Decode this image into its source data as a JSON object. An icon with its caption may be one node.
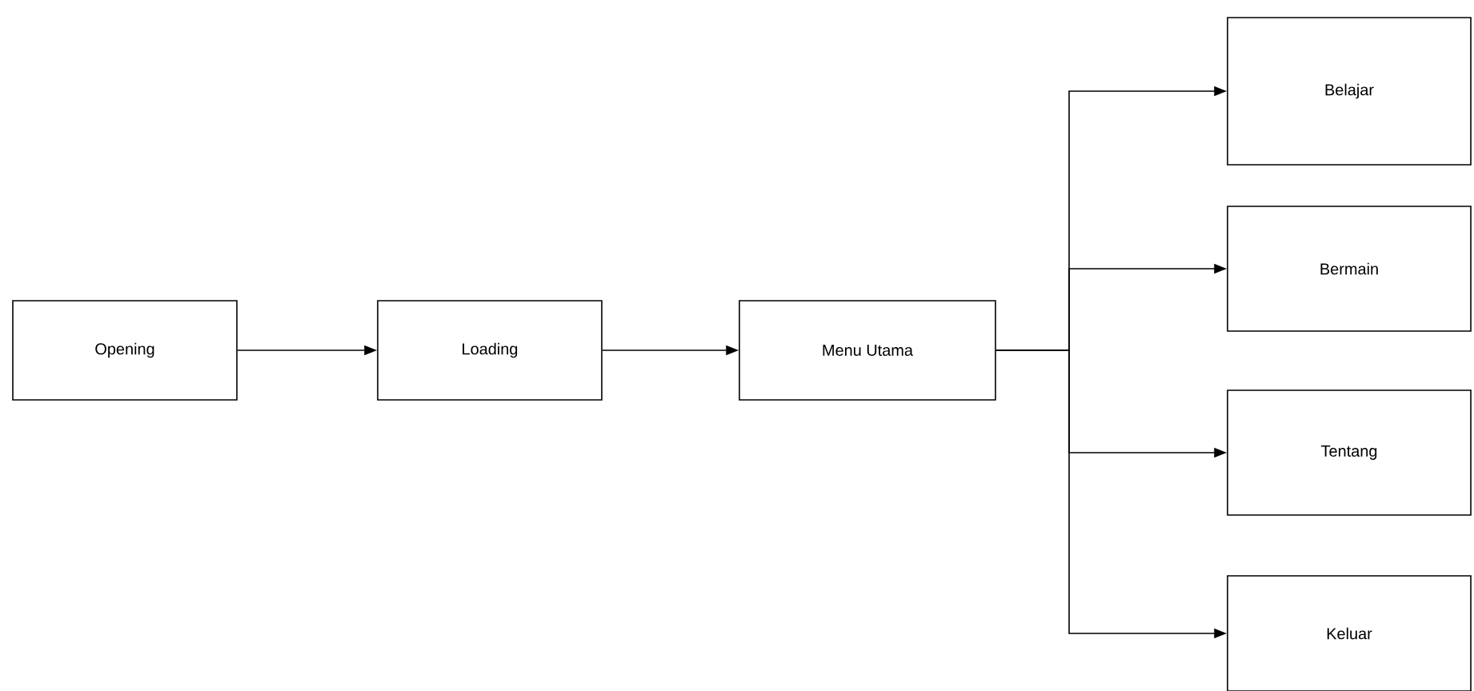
{
  "diagram": {
    "nodes": [
      {
        "text": [
          "Opening"
        ]
      },
      {
        "text": [
          "Loading"
        ]
      },
      {
        "text": [
          "Menu Utama"
        ]
      },
      {
        "text": [
          "Belajar"
        ]
      },
      {
        "text": [
          "Bermain"
        ]
      },
      {
        "text": [
          "Tentang"
        ]
      },
      {
        "text": [
          "Keluar"
        ]
      }
    ],
    "edges": [
      {
        "from": 0,
        "to": 1,
        "arrow": "to"
      },
      {
        "from": 1,
        "to": 2,
        "arrow": "to"
      },
      {
        "from": 2,
        "to": 3,
        "arrow": "to"
      },
      {
        "from": 2,
        "to": 4,
        "arrow": "to"
      },
      {
        "from": 2,
        "to": 5,
        "arrow": "to"
      },
      {
        "from": 2,
        "to": 6,
        "arrow": "to"
      }
    ]
  }
}
